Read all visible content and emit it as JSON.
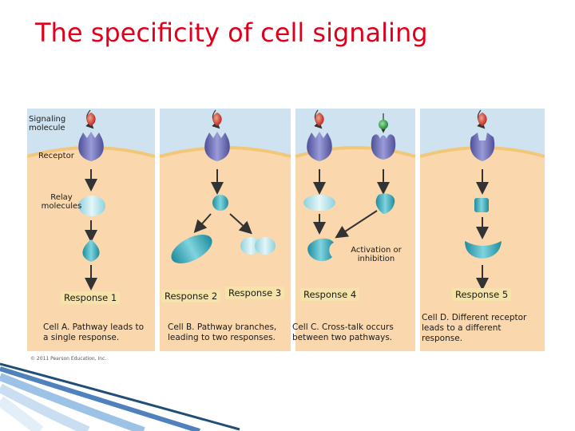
{
  "title": "The specificity of cell signaling",
  "labels": {
    "signaling_molecule": "Signaling molecule",
    "receptor": "Receptor",
    "relay_molecules": "Relay molecules",
    "activation": "Activation or inhibition"
  },
  "responses": [
    "Response 1",
    "Response 2",
    "Response 3",
    "Response 4",
    "Response 5"
  ],
  "captions": {
    "cell_a": "Cell A. Pathway leads to a single response.",
    "cell_b": "Cell B. Pathway branches, leading to two responses.",
    "cell_c": "Cell C. Cross-talk occurs between two pathways.",
    "cell_d": "Cell D. Different receptor leads to a different response."
  },
  "copyright": "© 2011 Pearson Education, Inc.",
  "colors": {
    "title": "#e0001b",
    "extracellular": "#cfe2ef",
    "cytoplasm": "#fad7ac",
    "membrane": "#f3c77a",
    "receptor": "#6f70b5",
    "relay": "#35a8b8",
    "signal": "#c0392b",
    "signal_green": "#2eaa4a",
    "response_box": "#f6e3a9"
  }
}
